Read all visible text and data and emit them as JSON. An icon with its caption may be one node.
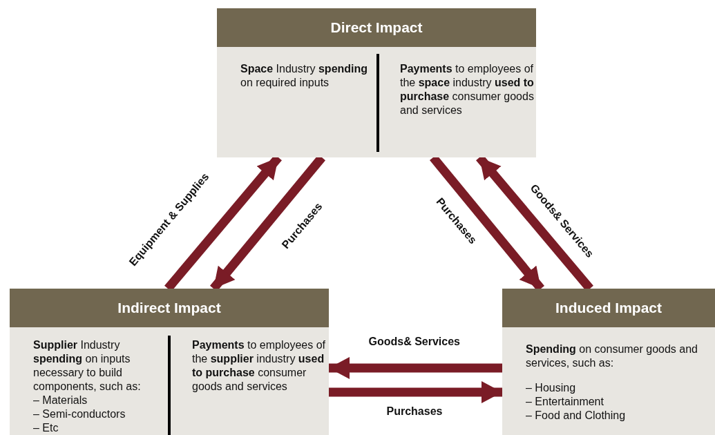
{
  "diagram": {
    "nodes": [
      {
        "text": [
          "Direct Impact",
          "**Space** Industry **spending** on required inputs",
          "**Payments** to employees of the **space** industry **used to purchase** consumer goods and services"
        ]
      },
      {
        "text": [
          "Indirect Impact",
          "**Supplier** Industry **spending** on inputs necessary to build components, such as:",
          "– Materials",
          "– Semi-conductors",
          "– Etc",
          "**Payments** to employees of the **supplier** industry **used to purchase** consumer goods and services"
        ]
      },
      {
        "text": [
          "Induced Impact",
          "**Spending** on consumer goods and services, such as:",
          "– Housing",
          "– Entertainment",
          "– Food and Clothing"
        ]
      }
    ],
    "edges": [
      {
        "from": 1,
        "to": 0,
        "arrow": "to",
        "label": "Equipment & Supplies"
      },
      {
        "from": 0,
        "to": 1,
        "arrow": "to",
        "label": "Purchases"
      },
      {
        "from": 0,
        "to": 2,
        "arrow": "to",
        "label": "Purchases"
      },
      {
        "from": 2,
        "to": 0,
        "arrow": "to",
        "label": "Goods& Services"
      },
      {
        "from": 2,
        "to": 1,
        "arrow": "to",
        "label": "Goods& Services"
      },
      {
        "from": 1,
        "to": 2,
        "arrow": "to",
        "label": "Purchases"
      }
    ]
  }
}
